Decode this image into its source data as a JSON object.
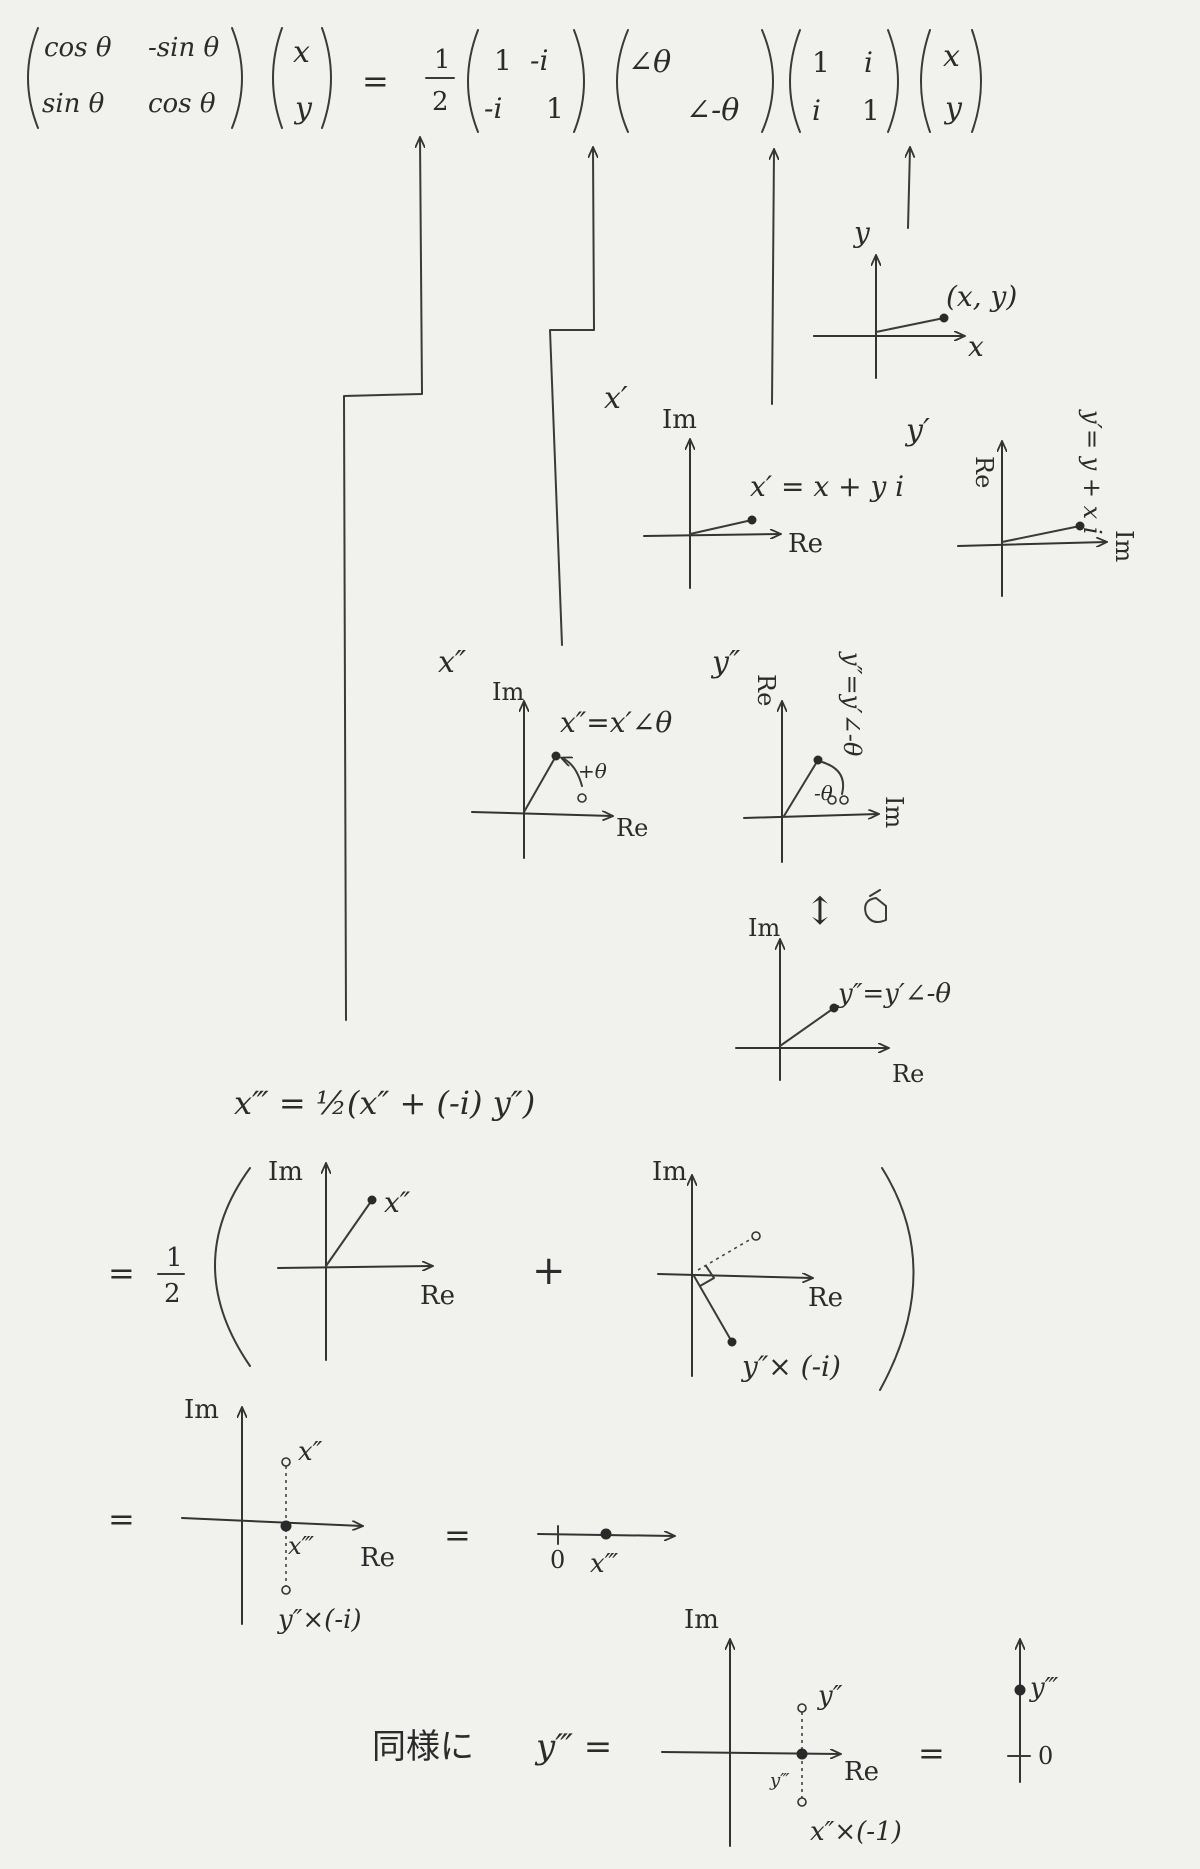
{
  "equation": {
    "rotation_matrix": [
      "cos θ",
      "-sin θ",
      "sin θ",
      "cos θ"
    ],
    "vector": [
      "x",
      "y"
    ],
    "equals": "=",
    "half": [
      "1",
      "2"
    ],
    "matrix_a": [
      "1",
      "-i",
      "-i",
      "1"
    ],
    "diag": [
      "∠θ",
      "∠-θ"
    ],
    "matrix_b": [
      "1",
      "i",
      "i",
      "1"
    ]
  },
  "step1": {
    "axis": {
      "y": "y",
      "x": "x"
    },
    "point": "(x, y)"
  },
  "step2_x": {
    "title": "x′",
    "axis_up": "Im",
    "axis_right": "Re",
    "label": "x′ = x + y i"
  },
  "step2_y": {
    "title": "y′",
    "axis_up": "Re",
    "axis_right": "Im",
    "label": "y′= y + x i"
  },
  "step3_x": {
    "title": "x″",
    "axis_up": "Im",
    "axis_right": "Re",
    "label": "x″=x′∠θ",
    "angle": "+θ"
  },
  "step3_y": {
    "title": "y″",
    "axis_up": "Re",
    "axis_right": "Im",
    "label": "y″=y′∠-θ",
    "angle": "-θ"
  },
  "step3_y_flip": {
    "axis_up": "Im",
    "axis_right": "Re",
    "label": "y″=y′∠-θ",
    "arrow": "↕"
  },
  "step4": {
    "formula": "x‴ = ½(x″ + (-i) y″)",
    "eq": "=",
    "half": [
      "1",
      "2"
    ],
    "plus": "+",
    "left_axis_up": "Im",
    "left_axis_right": "Re",
    "left_label": "x″",
    "right_axis_up": "Im",
    "right_axis_right": "Re",
    "right_label": "y″× (-i)"
  },
  "step5": {
    "eq": "=",
    "axis_up": "Im",
    "axis_right": "Re",
    "top_label": "x″",
    "mid_label": "x‴",
    "bottom_label": "y″×(-i)",
    "eq2": "=",
    "line_zero": "0",
    "line_label": "x‴"
  },
  "step6": {
    "prefix": "同様に",
    "var": "y‴ =",
    "axis_up": "Im",
    "axis_right": "Re",
    "top_label": "y″",
    "mid_label": "y‴",
    "bottom_label": "x″×(-1)",
    "eq": "=",
    "line_top": "y‴",
    "line_zero": "0"
  }
}
